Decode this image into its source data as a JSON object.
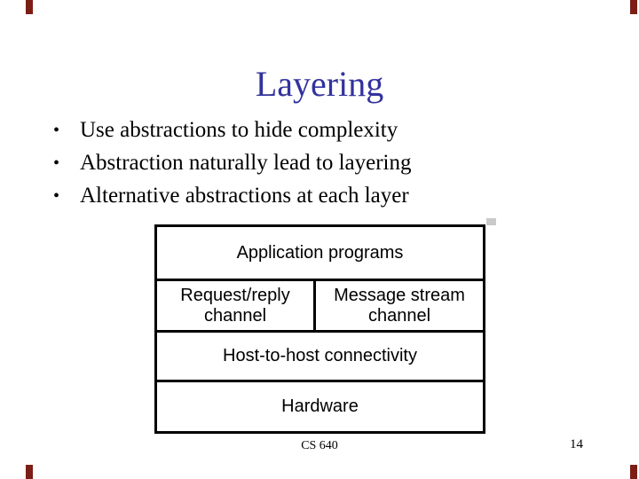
{
  "title": "Layering",
  "bullet_glyph": "•",
  "bullets": [
    "Use abstractions to hide complexity",
    "Abstraction naturally lead to layering",
    "Alternative abstractions at each layer"
  ],
  "diagram": {
    "application_layer": "Application programs",
    "request_reply": {
      "line1": "Request/reply",
      "line2": "channel"
    },
    "message_stream": {
      "line1": "Message stream",
      "line2": "channel"
    },
    "host_layer": "Host-to-host connectivity",
    "hardware_layer": "Hardware"
  },
  "footer": {
    "course": "CS 640",
    "page_number": "14"
  },
  "colors": {
    "title_color": "#32329e",
    "corner_mark_color": "#7c1e16",
    "diagram_border_color": "#000000"
  }
}
